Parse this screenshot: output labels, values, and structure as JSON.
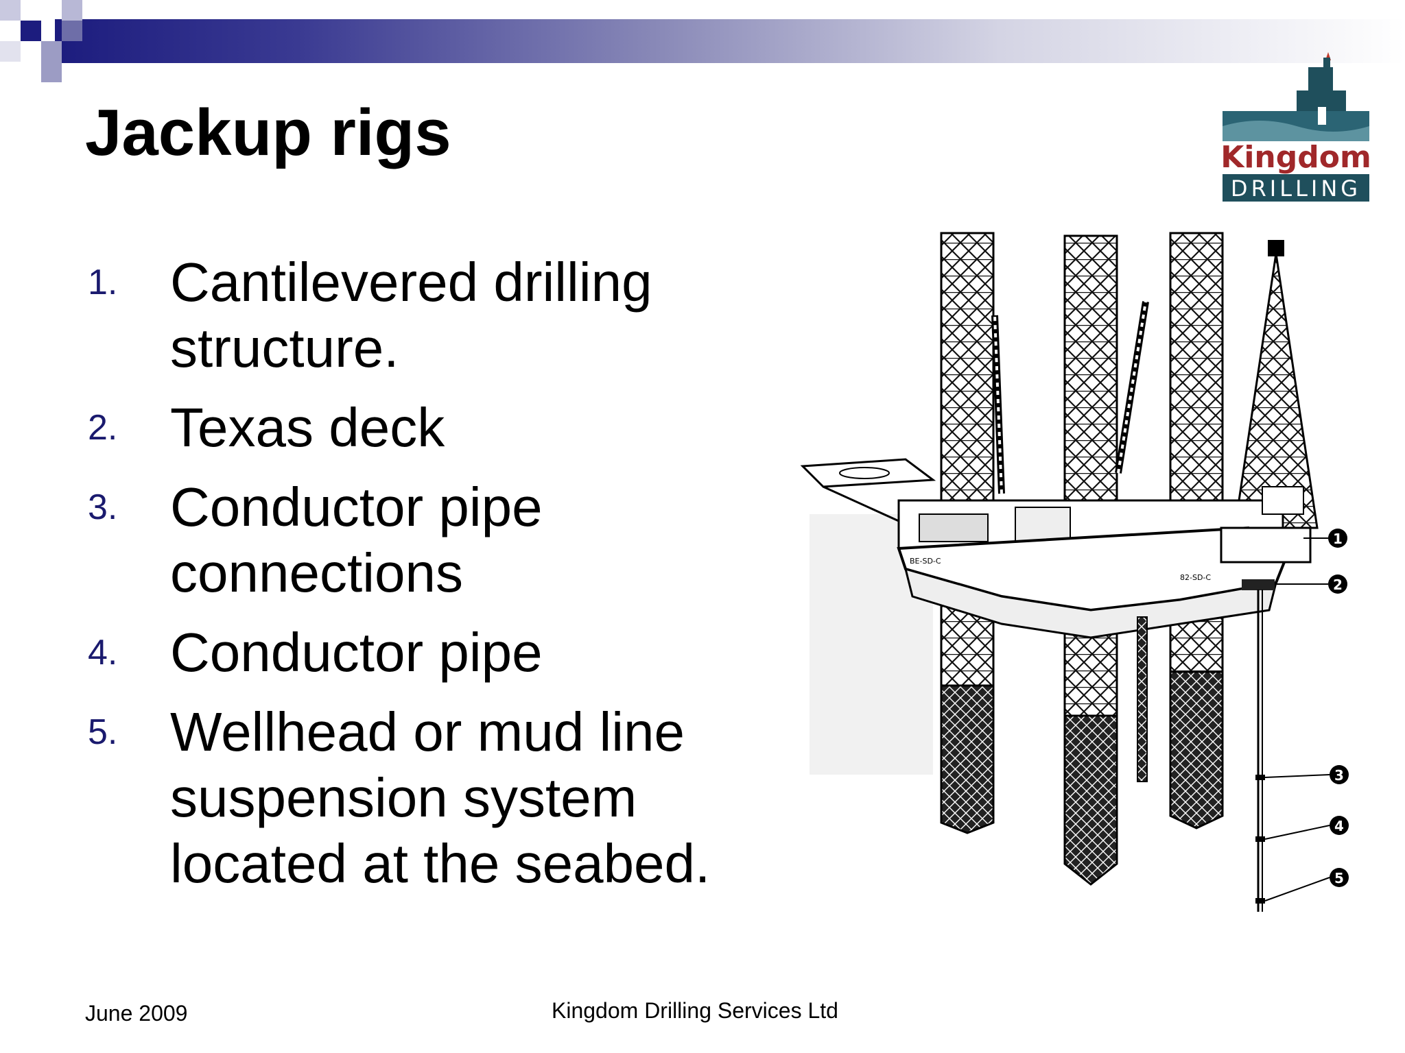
{
  "slide": {
    "title": "Jackup rigs",
    "items": [
      {
        "number": "1.",
        "text": "Cantilevered drilling structure."
      },
      {
        "number": "2.",
        "text": "Texas deck"
      },
      {
        "number": "3.",
        "text": "Conductor pipe connections"
      },
      {
        "number": "4.",
        "text": "Conductor pipe"
      },
      {
        "number": "5.",
        "text": "Wellhead or mud line suspension system located at the seabed."
      }
    ]
  },
  "logo": {
    "line1": "Kingdom",
    "line2": "DRILLING"
  },
  "diagram": {
    "callouts": [
      "1",
      "2",
      "3",
      "4",
      "5"
    ],
    "hull_labels": [
      "BE-SD-C",
      "82-SD-C"
    ]
  },
  "footer": {
    "date": "June 2009",
    "company": "Kingdom Drilling Services Ltd"
  },
  "colors": {
    "accent": "#1c1c7e",
    "number": "#1a1a6e",
    "logo_teal": "#1f4f5c",
    "logo_red": "#a0282a"
  }
}
